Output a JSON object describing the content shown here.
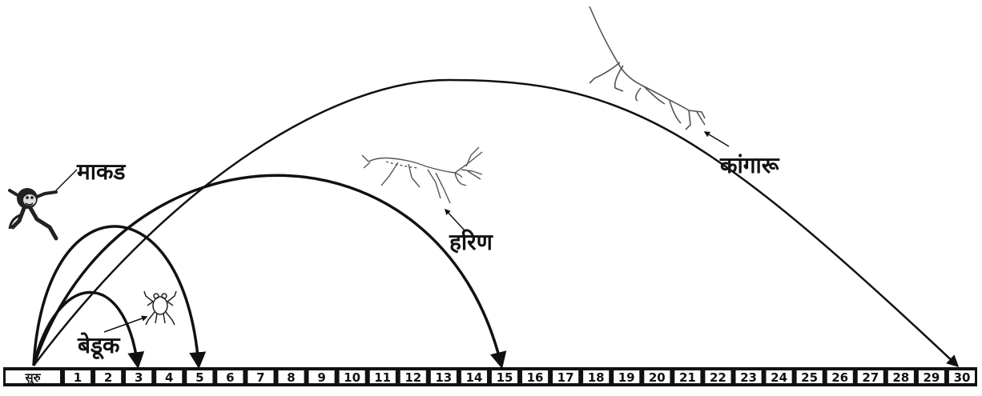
{
  "labels": {
    "frog": "बेडूक",
    "monkey": "माकड",
    "deer": "हरिण",
    "kangaroo": "कांगारू"
  },
  "number_line": {
    "start_label": "सुरु",
    "ticks": [
      "1",
      "2",
      "3",
      "4",
      "5",
      "6",
      "7",
      "8",
      "9",
      "10",
      "11",
      "12",
      "13",
      "14",
      "15",
      "16",
      "17",
      "18",
      "19",
      "20",
      "21",
      "22",
      "23",
      "24",
      "25",
      "26",
      "27",
      "28",
      "29",
      "30"
    ]
  },
  "jumps": [
    {
      "animal": "frog",
      "end": 3
    },
    {
      "animal": "monkey",
      "end": 5
    },
    {
      "animal": "deer",
      "end": 15
    },
    {
      "animal": "kangaroo",
      "end": 30
    }
  ],
  "icons": {
    "frog": "frog-icon",
    "monkey": "monkey-icon",
    "deer": "deer-icon",
    "kangaroo": "kangaroo-icon"
  }
}
